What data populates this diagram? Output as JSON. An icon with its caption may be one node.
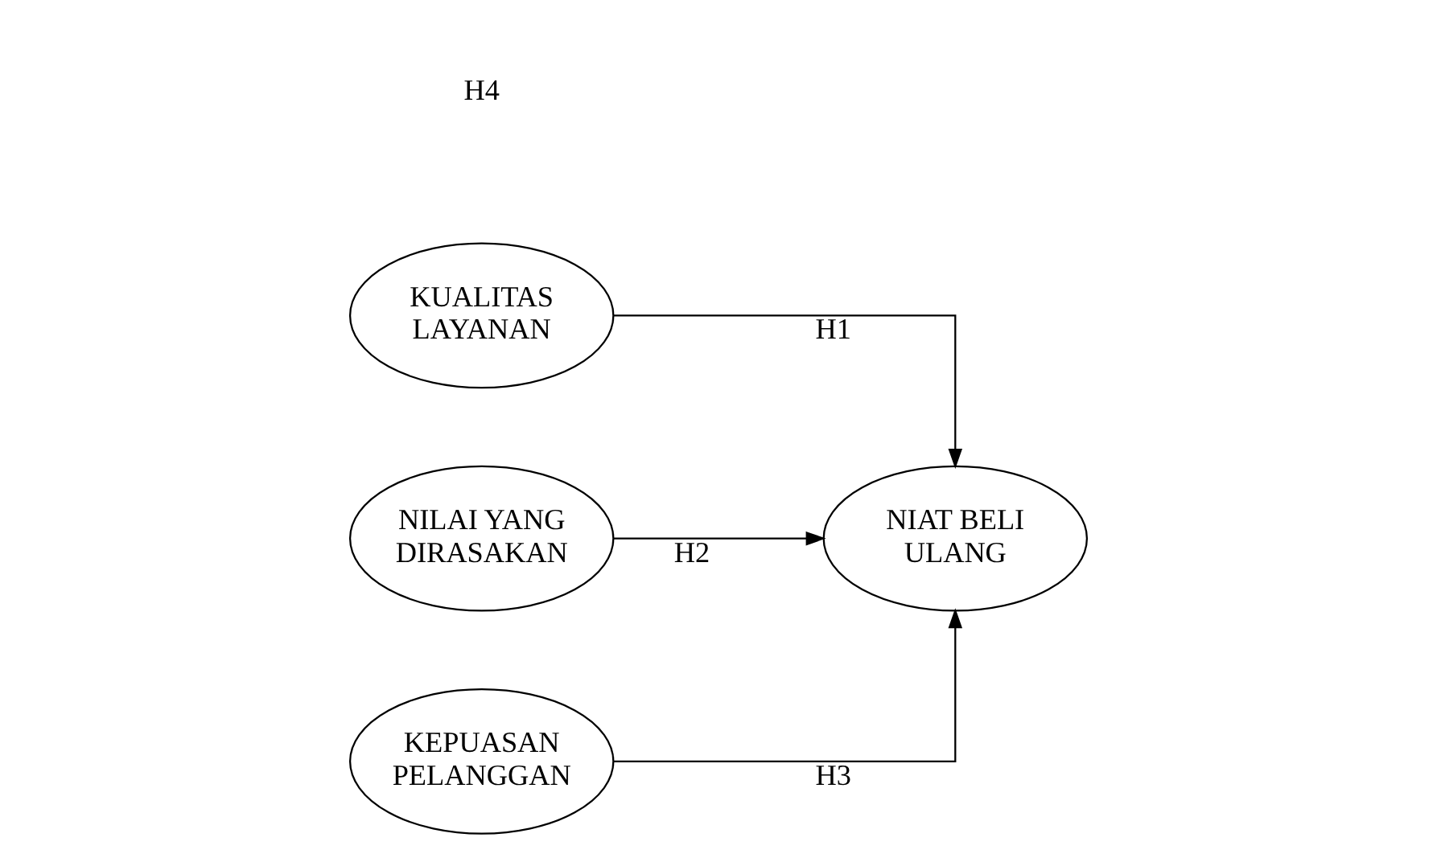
{
  "diagram": {
    "nodes": [
      {
        "text": [
          "KUALITAS LAYANAN"
        ]
      },
      {
        "text": [
          "NILAI YANG DIRASAKAN"
        ]
      },
      {
        "text": [
          "KEPUASAN PELANGGAN"
        ]
      },
      {
        "text": [
          "NIAT BELI ULANG"
        ]
      }
    ],
    "edges": [
      {
        "from": 0,
        "to": 3,
        "arrow": "to",
        "label": "H1"
      },
      {
        "from": 1,
        "to": 3,
        "arrow": "to",
        "label": "H2"
      },
      {
        "from": 2,
        "to": 3,
        "arrow": "to",
        "label": "H3"
      }
    ],
    "labels": [
      "H4"
    ]
  }
}
